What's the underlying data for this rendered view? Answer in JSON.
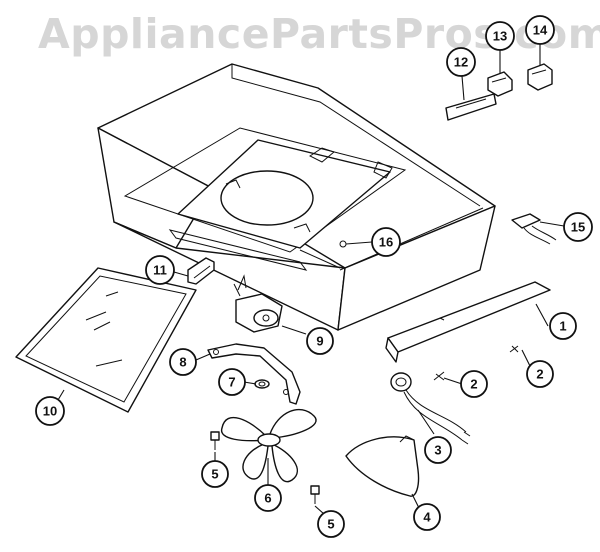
{
  "watermark": "AppliancePartsPros.com",
  "callouts": {
    "c1": "1",
    "c2a": "2",
    "c2b": "2",
    "c3": "3",
    "c4": "4",
    "c5a": "5",
    "c5b": "5",
    "c6": "6",
    "c7": "7",
    "c8": "8",
    "c9": "9",
    "c10": "10",
    "c11": "11",
    "c12": "12",
    "c13": "13",
    "c14": "14",
    "c15": "15",
    "c16": "16"
  }
}
